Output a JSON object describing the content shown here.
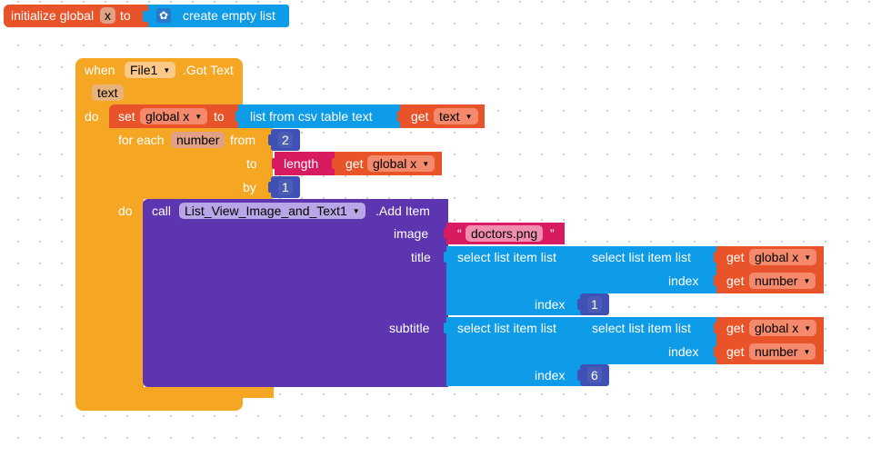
{
  "colors": {
    "event_orange": "#f5a623",
    "variable_red": "#e8532a",
    "list_blue": "#0e9be8",
    "component_purple": "#5d35b0",
    "text_pink": "#d81b60",
    "math_indigo": "#4b5cb4"
  },
  "init_block": {
    "label_initialize": "initialize global",
    "var_name": "x",
    "label_to": "to",
    "icon": "gear-icon",
    "create_list_label": "create empty list"
  },
  "event_block": {
    "when": "when",
    "component": "File1",
    "event": ".Got Text",
    "param": "text",
    "do": "do"
  },
  "set_block": {
    "set": "set",
    "var": "global x",
    "to": "to",
    "csv_label": "list from csv table  text",
    "get": "get",
    "get_var": "text"
  },
  "for_block": {
    "label": "for each",
    "var": "number",
    "from": "from",
    "from_value": "2",
    "to": "to",
    "length": "length",
    "get": "get",
    "get_var": "global x",
    "by": "by",
    "by_value": "1",
    "do": "do"
  },
  "call_block": {
    "call": "call",
    "component": "List_View_Image_and_Text1",
    "method": ".Add Item",
    "image_label": "image",
    "image_value": "doctors.png",
    "quote_open": "“",
    "quote_close": "”",
    "title_label": "title",
    "subtitle_label": "subtitle"
  },
  "select_outer": {
    "label": "select list item  list",
    "index": "index"
  },
  "select_inner": {
    "label": "select list item  list",
    "index": "index",
    "get": "get",
    "list_var": "global x",
    "index_var": "number"
  },
  "title_index_value": "1",
  "subtitle_index_value": "6"
}
